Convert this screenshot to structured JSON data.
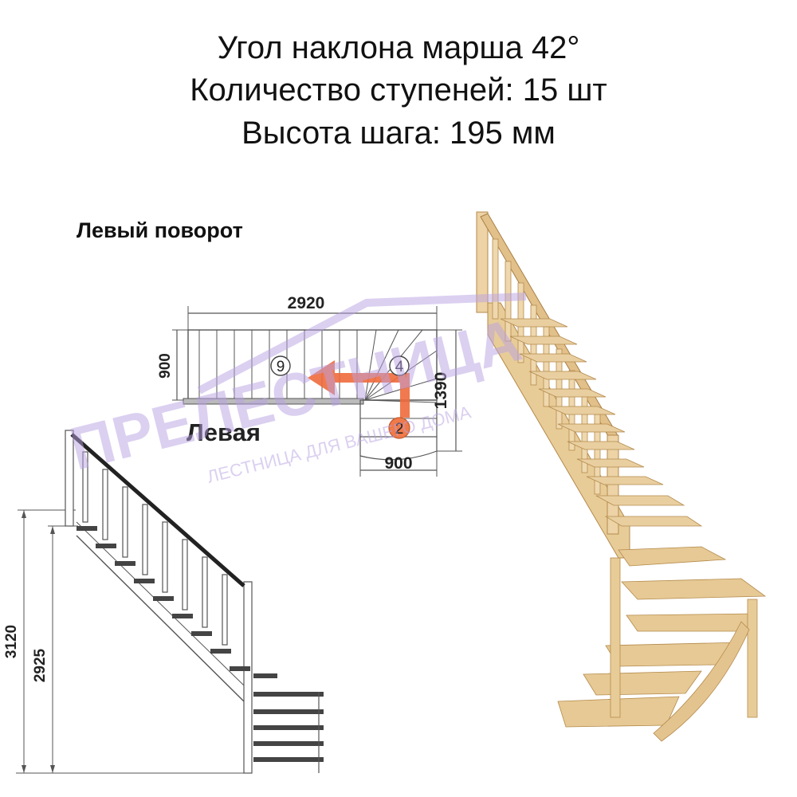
{
  "header": {
    "angle_line": "Угол наклона марша 42°",
    "steps_line": "Количество ступеней: 15 шт",
    "step_height_line": "Высота шага: 195 мм"
  },
  "turn_label": "Левый поворот",
  "plan": {
    "width_dim": "2920",
    "depth_dim": "900",
    "length_dim": "1390",
    "bottom_dim": "900",
    "label": "Левая",
    "step_markers": [
      "9",
      "4",
      "2"
    ]
  },
  "elevation": {
    "total_height_dim": "3120",
    "floor_height_dim": "2925"
  },
  "watermark": {
    "brand": "ПРЕЛЕСТНИЦА",
    "slogan": "ЛЕСТНИЦА ДЛЯ ВАШЕГО ДОМА"
  },
  "colors": {
    "wood": "#e9cfa0",
    "wood_edge": "#b48a4c",
    "arrow": "#f06a3c",
    "marker": "#f07a4a",
    "watermark": "#b9a2e3"
  }
}
